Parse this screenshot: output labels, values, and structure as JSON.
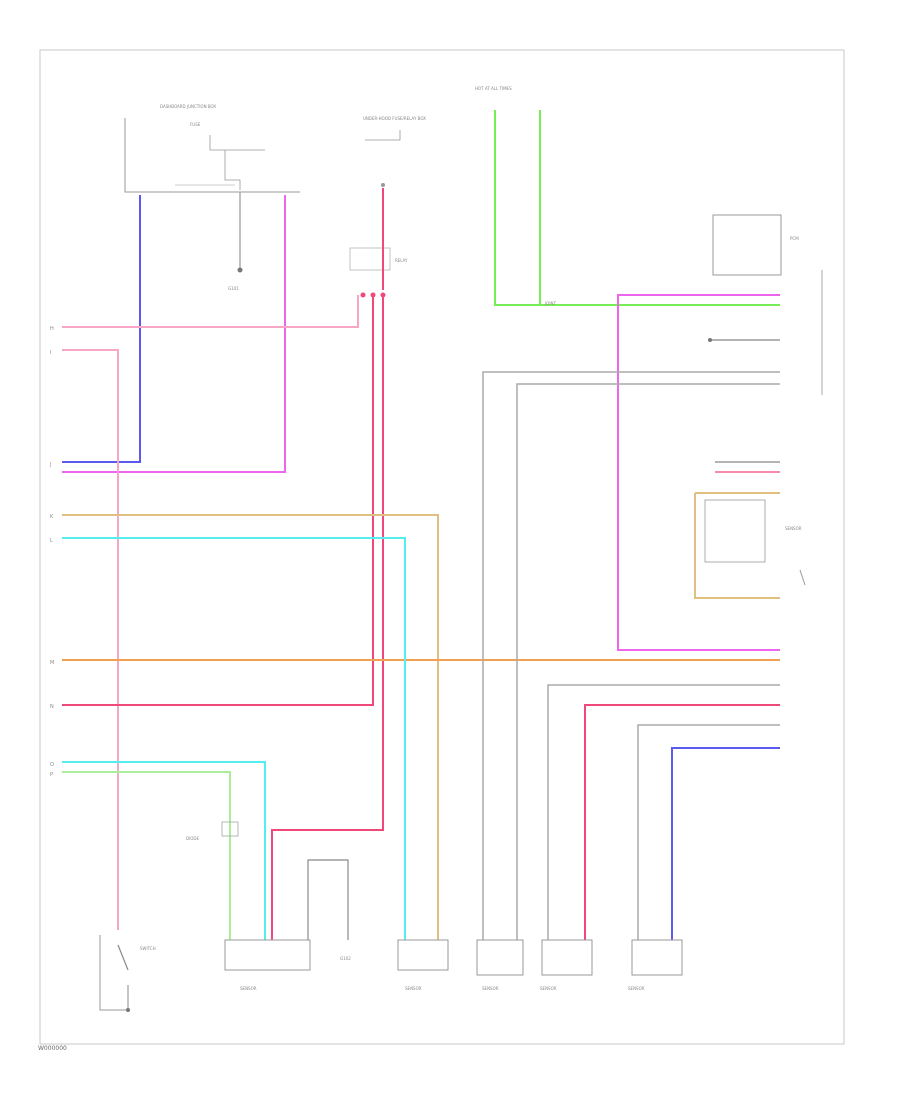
{
  "page_code": "W000000",
  "colors": {
    "background": "#ffffff",
    "border": "#c8c8c8",
    "component": "#999999",
    "wire_pink": "#f7a6c6",
    "wire_red": "#f04878",
    "wire_blue": "#5a5aee",
    "wire_magenta": "#ee66ee",
    "wire_green": "#77ee55",
    "wire_light_green": "#aaee99",
    "wire_cyan": "#55eeee",
    "wire_orange": "#f0a050",
    "wire_tan": "#e0c080",
    "wire_gray": "#aaaaaa",
    "wire_dark": "#888888"
  },
  "connectors": [
    "H",
    "I",
    "J",
    "K",
    "L",
    "M",
    "N",
    "O",
    "P"
  ],
  "components": [
    {
      "id": "top-left-module",
      "label": "DASHBOARD JUNCTION BOX"
    },
    {
      "id": "center-fuse",
      "label": "UNDER-HOOD FUSE/RELAY BOX"
    },
    {
      "id": "right-module",
      "label": "PCM"
    },
    {
      "id": "bottom-switch",
      "label": "SWITCH"
    },
    {
      "id": "bottom-sensor-1",
      "label": "SENSOR"
    },
    {
      "id": "bottom-sensor-2",
      "label": "SENSOR"
    },
    {
      "id": "bottom-sensor-3",
      "label": "SENSOR"
    },
    {
      "id": "bottom-sensor-4",
      "label": "SENSOR"
    },
    {
      "id": "bottom-sensor-5",
      "label": "SENSOR"
    }
  ]
}
